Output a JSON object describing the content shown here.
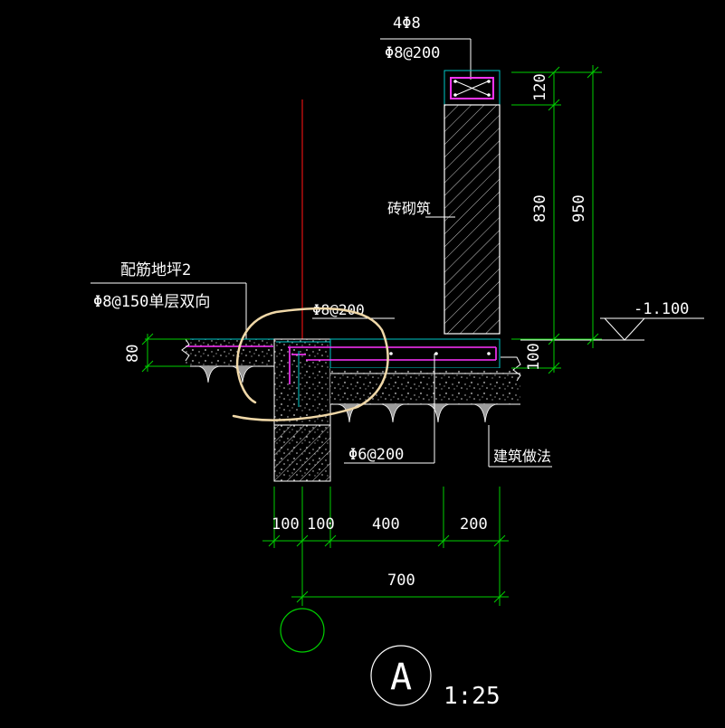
{
  "labels": {
    "top_bar_count": "4Φ8",
    "top_stirrup": "Φ8@200",
    "brick_wall": "砖砌筑",
    "floor_slab_title": "配筋地坪2",
    "floor_slab_rebar": "Φ8@150单层双向",
    "slab_rebar": "Φ8@200",
    "bottom_rebar": "Φ6@200",
    "construction_method": "建筑做法",
    "elevation": "-1.100"
  },
  "dimensions": {
    "wall_top": "120",
    "wall_mid": "830",
    "wall_total": "950",
    "slab_left": "80",
    "slab_right": "100",
    "bottom_1": "100",
    "bottom_2": "100",
    "bottom_3": "400",
    "bottom_4": "200",
    "overall": "700"
  },
  "section": {
    "axis_mark": "A",
    "scale": "1:25"
  }
}
